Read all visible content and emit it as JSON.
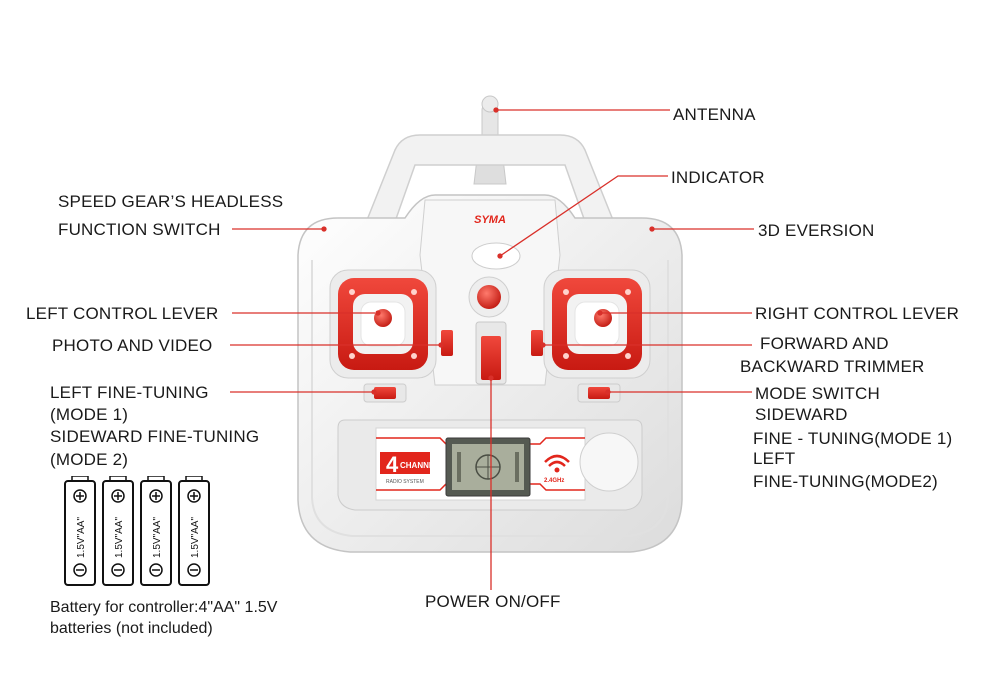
{
  "brand": "SYMA",
  "panel": {
    "big_number": "4",
    "channel_word": "CHANNEL",
    "channel_sub": "RADIO SYSTEM",
    "freq": "2.4GHz"
  },
  "labels": {
    "antenna": "ANTENNA",
    "indicator": "INDICATOR",
    "speed_gear_1": "SPEED GEAR’S HEADLESS",
    "speed_gear_2": "FUNCTION SWITCH",
    "eversion": "3D EVERSION",
    "left_lever": "LEFT CONTROL LEVER",
    "right_lever": "RIGHT CONTROL LEVER",
    "photo_video": "PHOTO  AND VIDEO",
    "trimmer_1": "FORWARD AND",
    "trimmer_2": "BACKWARD TRIMMER",
    "left_fine_1": "LEFT FINE-TUNING",
    "left_fine_2": "(MODE 1)",
    "left_fine_3": "SIDEWARD FINE-TUNING",
    "left_fine_4": "(MODE 2)",
    "mode_1": "MODE SWITCH",
    "mode_2": "SIDEWARD",
    "mode_3": "FINE - TUNING(MODE 1)",
    "mode_4": "LEFT",
    "mode_5": "FINE-TUNING(MODE2)",
    "power": "POWER ON/OFF"
  },
  "battery": {
    "cell_text": "1.5V\"AA\"",
    "note_1": "Battery for controller:4\"AA\" 1.5V",
    "note_2": "batteries (not included)"
  },
  "colors": {
    "accent": "#e2261c",
    "shell": "#f4f4f4",
    "leader": "#d9302a"
  }
}
